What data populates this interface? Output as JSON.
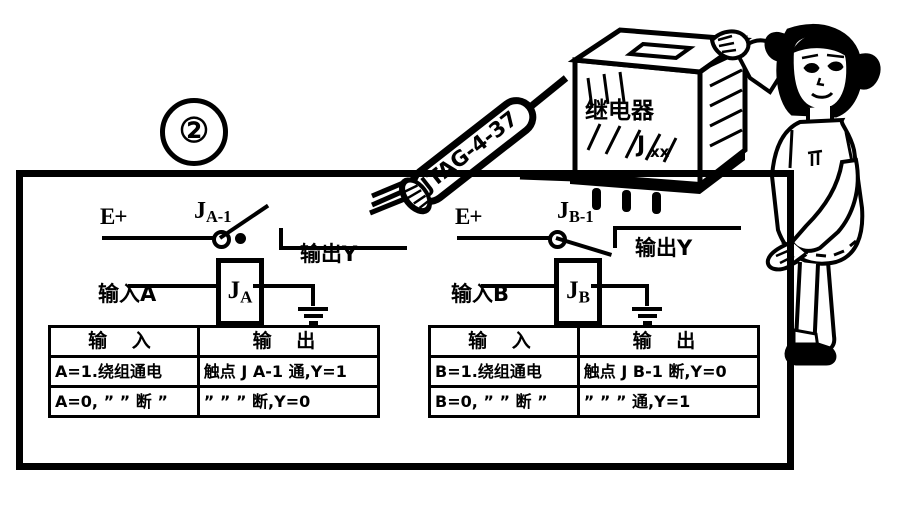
{
  "figure": {
    "number": "②"
  },
  "illustration": {
    "cylinder_component": {
      "label": "JTAG-4-37",
      "icon": "cylindrical-relay-icon"
    },
    "relay_box": {
      "label": "继电器",
      "sub_label": "Jxx",
      "icon": "relay-box-icon"
    },
    "girl": {
      "icon": "girl-cartoon-icon"
    }
  },
  "circuits": [
    {
      "id": "circuit-a",
      "supply_label": "E+",
      "contact_label": "J",
      "contact_sub": "A-1",
      "contact_type": "normally-open",
      "output_label": "输出Y",
      "input_label": "输入A",
      "coil_label": "J",
      "coil_sub": "A",
      "ground_icon": "ground-icon"
    },
    {
      "id": "circuit-b",
      "supply_label": "E+",
      "contact_label": "J",
      "contact_sub": "B-1",
      "contact_type": "normally-closed",
      "output_label": "输出Y",
      "input_label": "输入B",
      "coil_label": "J",
      "coil_sub": "B",
      "ground_icon": "ground-icon"
    }
  ],
  "tables": [
    {
      "id": "truth-table-a",
      "headers": [
        "输 入",
        "输 出"
      ],
      "rows": [
        [
          "A=1.绕组通电",
          "触点 J A-1 通,Y=1"
        ],
        [
          "A=0, ”  ” 断 ”",
          "”   ”    ”  断,Y=0"
        ]
      ]
    },
    {
      "id": "truth-table-b",
      "headers": [
        "输 入",
        "输 出"
      ],
      "rows": [
        [
          "B=1.绕组通电",
          "触点 J B-1 断,Y=0"
        ],
        [
          "B=0, ”  ” 断 ”",
          "”   ”    ”  通,Y=1"
        ]
      ]
    }
  ],
  "colors": {
    "ink": "#000000",
    "paper": "#ffffff"
  }
}
